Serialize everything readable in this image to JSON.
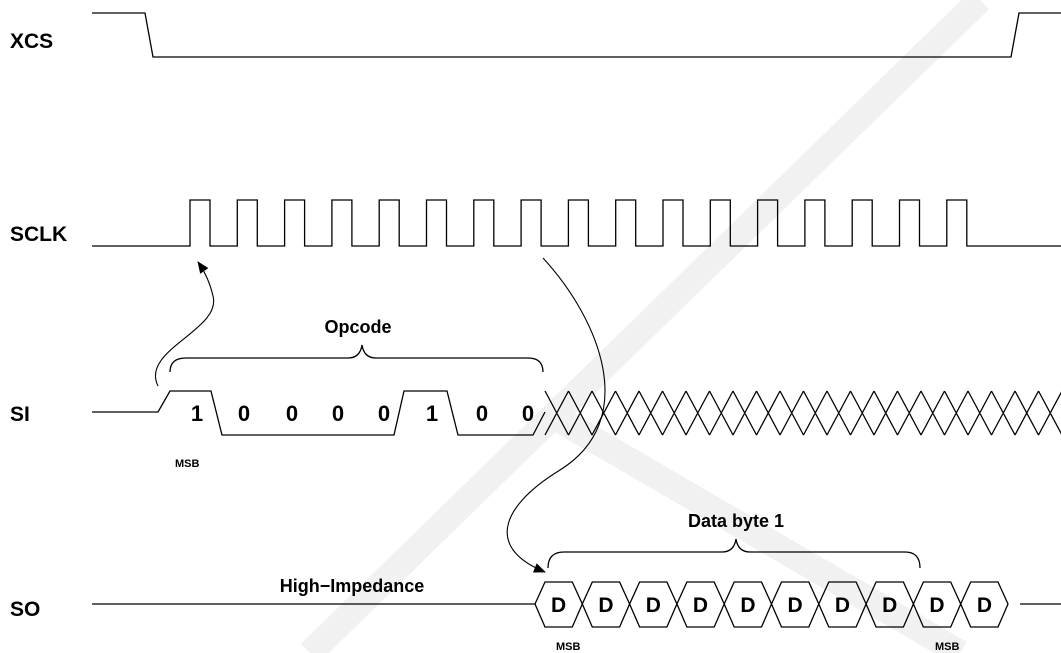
{
  "signals": {
    "xcs": "XCS",
    "sclk": "SCLK",
    "si": "SI",
    "so": "SO"
  },
  "si_bits": [
    "1",
    "0",
    "0",
    "0",
    "0",
    "1",
    "0",
    "0"
  ],
  "so_bits": [
    "D",
    "D",
    "D",
    "D",
    "D",
    "D",
    "D",
    "D",
    "D",
    "D"
  ],
  "annotations": {
    "opcode": "Opcode",
    "data_byte": "Data byte 1",
    "high_impedance": "High−Impedance",
    "msb": "MSB"
  },
  "colors": {
    "line": "#000000",
    "watermark": "#f0f0f0"
  }
}
